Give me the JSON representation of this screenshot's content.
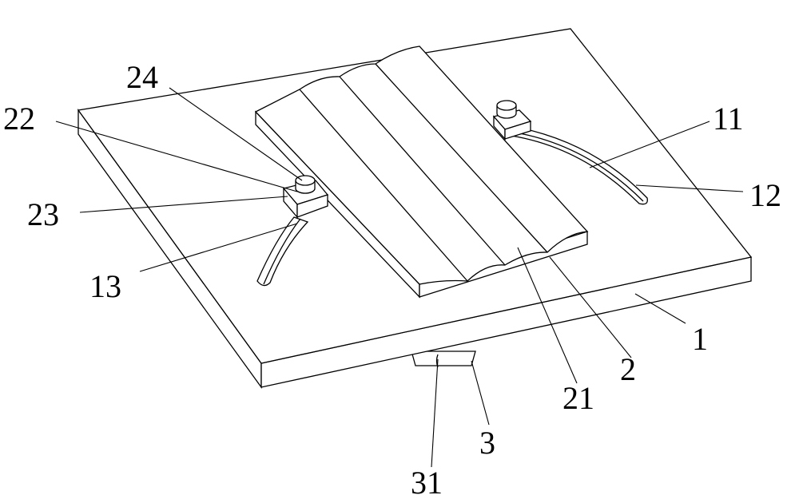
{
  "figure": {
    "labels": {
      "l24": "24",
      "l22": "22",
      "l23": "23",
      "l13": "13",
      "l11": "11",
      "l12": "12",
      "l1": "1",
      "l2": "2",
      "l21": "21",
      "l3": "3",
      "l31": "31"
    }
  }
}
